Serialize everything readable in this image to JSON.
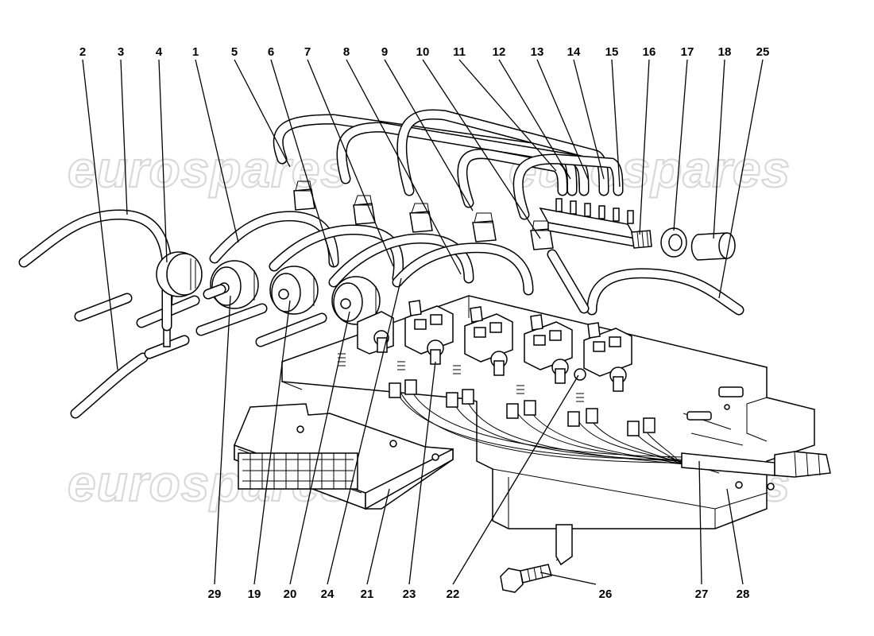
{
  "watermark": {
    "text": "eurospares"
  },
  "labels_top": [
    "2",
    "3",
    "4",
    "1",
    "5",
    "6",
    "7",
    "8",
    "9",
    "10",
    "11",
    "12",
    "13",
    "14",
    "15",
    "16",
    "17",
    "18",
    "25"
  ],
  "labels_bottom": [
    "29",
    "19",
    "20",
    "24",
    "21",
    "23",
    "22",
    "26",
    "27",
    "28"
  ],
  "colors": {
    "ink": "#000000",
    "watermark": "#d9d9d9",
    "background": "#ffffff"
  }
}
